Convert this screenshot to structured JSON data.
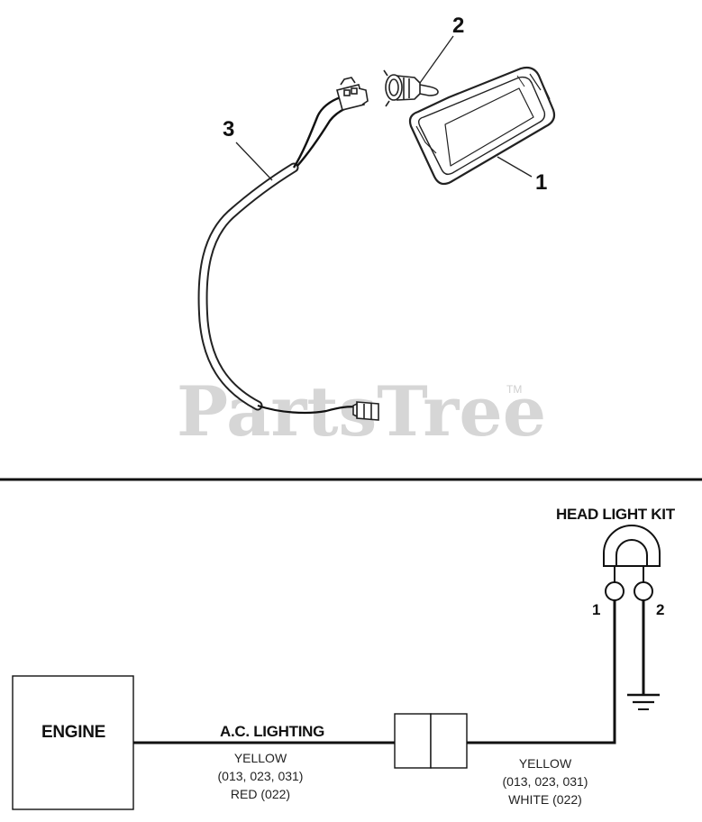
{
  "watermark": {
    "text": "PartsTree",
    "tm": "TM"
  },
  "callouts": {
    "lens": "1",
    "bulb": "2",
    "harness": "3"
  },
  "schematic": {
    "kit_title": "HEAD LIGHT KIT",
    "pin1": "1",
    "pin2": "2",
    "engine": "ENGINE",
    "ac_lighting": "A.C. LIGHTING",
    "left_wire": {
      "color": "YELLOW",
      "codes": "(013, 023, 031)",
      "alt": "RED (022)"
    },
    "right_wire": {
      "color": "YELLOW",
      "codes": "(013, 023, 031)",
      "alt": "WHITE (022)"
    }
  }
}
